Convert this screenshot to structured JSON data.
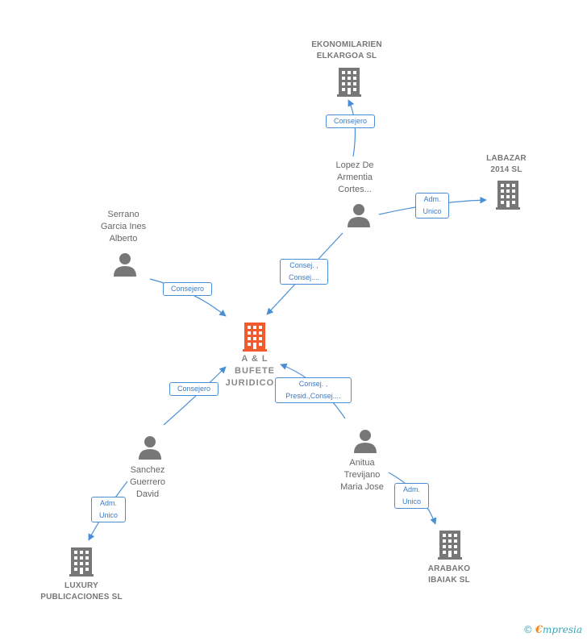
{
  "nodes": {
    "main": {
      "label": "A & L\nBUFETE\nJURIDICO...",
      "color": "#f25a2c"
    },
    "ekonomilarien": {
      "label": "EKONOMILARIEN\nELKARGOA SL"
    },
    "labazar": {
      "label": "LABAZAR\n2014  SL"
    },
    "lopez": {
      "label": "Lopez De\nArmentia\nCortes..."
    },
    "serrano": {
      "label": "Serrano\nGarcia Ines\nAlberto"
    },
    "sanchez": {
      "label": "Sanchez\nGuerrero\nDavid"
    },
    "anitua": {
      "label": "Anitua\nTrevijano\nMaria Jose"
    },
    "luxury": {
      "label": "LUXURY\nPUBLICACIONES SL"
    },
    "arabako": {
      "label": "ARABAKO\nIBAIAK SL"
    }
  },
  "edges": {
    "lopez_ekonomilarien": "Consejero",
    "lopez_labazar": "Adm.\nUnico",
    "lopez_main": "Consej. ,\nConsej....",
    "serrano_main": "Consejero",
    "sanchez_main": "Consejero",
    "anitua_main": "Consej. ,\nPresid.,Consej....",
    "sanchez_luxury": "Adm.\nUnico",
    "anitua_arabako": "Adm.\nUnico"
  },
  "footer": {
    "copyright": "©",
    "brand_first": "€",
    "brand_rest": "mpresia"
  },
  "colors": {
    "edge": "#4a8fd6",
    "icon_gray": "#777777",
    "icon_main": "#f25a2c"
  }
}
